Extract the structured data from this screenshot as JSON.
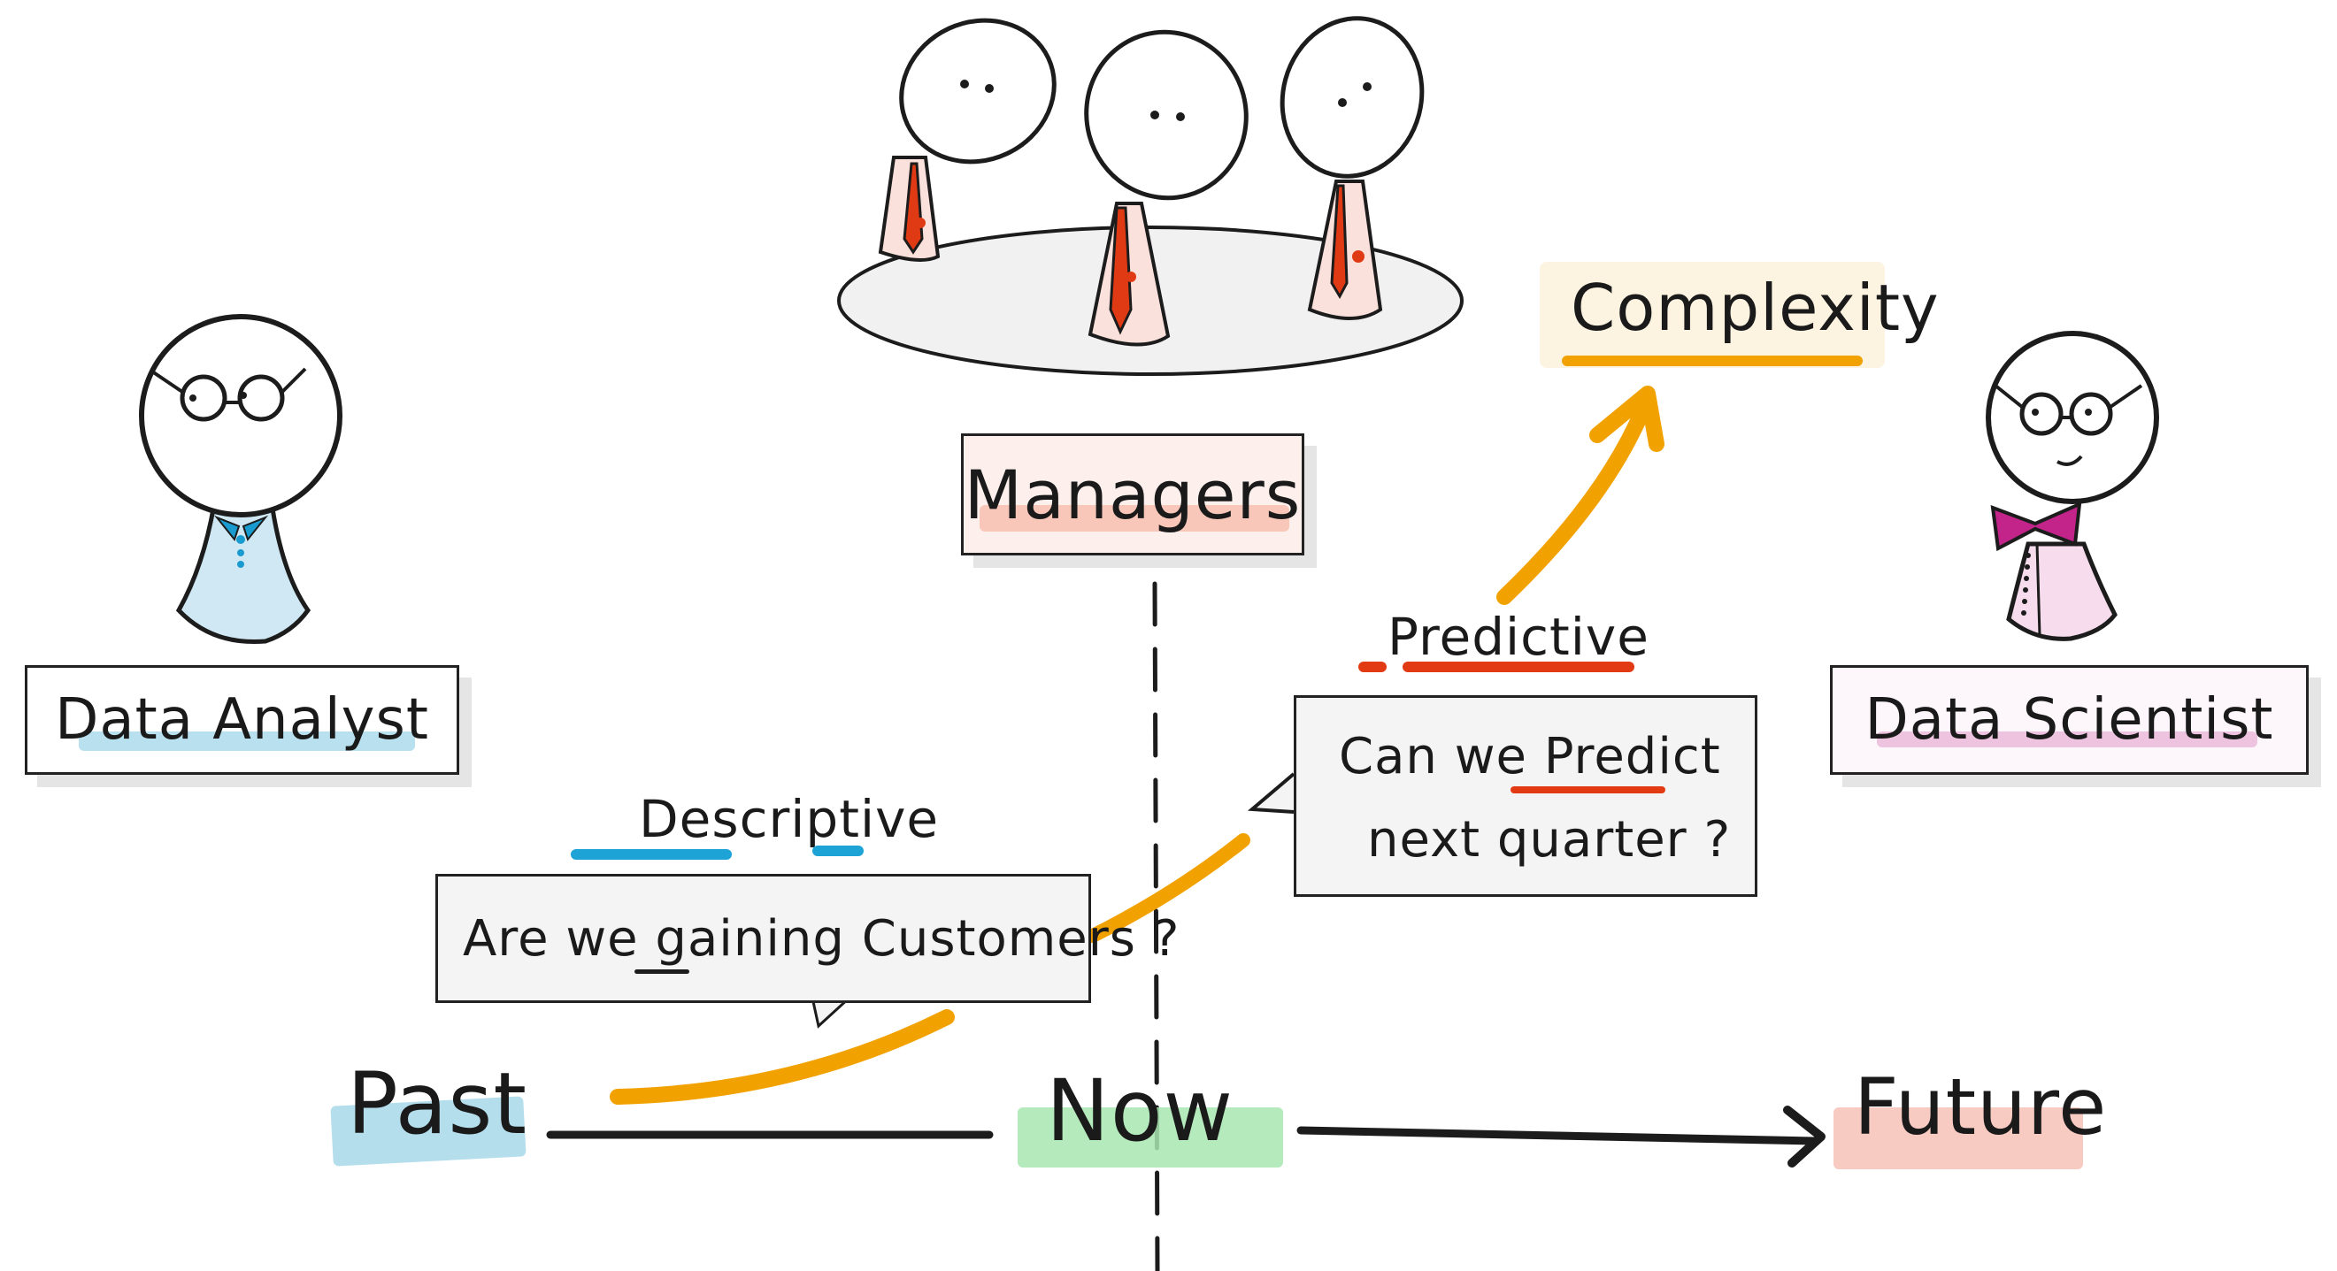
{
  "roles": {
    "data_analyst": {
      "label": "Data Analyst",
      "shirt_color": "#cfe8f3",
      "collar_color": "#1a9bd0",
      "highlight": "#a8d8ea"
    },
    "managers": {
      "label": "Managers",
      "tie_color": "#e03a14",
      "shirt_color": "#fbe1dc",
      "highlight": "#f6b9a8",
      "group_count": 3
    },
    "data_scientist": {
      "label": "Data Scientist",
      "bowtie_color": "#c2248a",
      "shirt_color": "#f6dcec",
      "highlight": "#eab7d8"
    }
  },
  "analytics": {
    "descriptive": {
      "heading": "Descriptive",
      "underline_color": "#1ea3d6",
      "question": "Are we gaining Customers ?",
      "underlined_word": "gaining"
    },
    "predictive": {
      "heading": "Predictive",
      "underline_color": "#e23a12",
      "question_line1": "Can we Predict",
      "question_line2": "next quarter ?",
      "underlined_word": "Predict"
    }
  },
  "complexity": {
    "label": "Complexity",
    "underline_color": "#f2a200",
    "highlight": "#fdf3e1",
    "arrow_color": "#f2a200"
  },
  "timeline": {
    "past": {
      "label": "Past",
      "highlight": "#a8d8ea"
    },
    "now": {
      "label": "Now",
      "highlight": "#a8e6b2"
    },
    "future": {
      "label": "Future",
      "highlight": "#f6c2b6"
    },
    "line_color": "#1c1c1c"
  },
  "colors": {
    "ink": "#1c1c1c",
    "orange_trend": "#f2a200",
    "bubble_fill": "#f3f4f3",
    "oval_fill": "#f1f1f1"
  }
}
